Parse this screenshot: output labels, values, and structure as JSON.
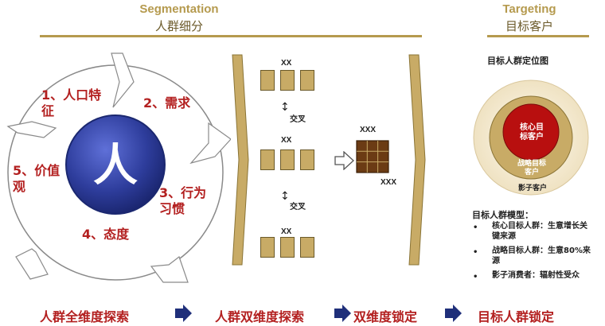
{
  "segmentation": {
    "title_en": "Segmentation",
    "title_cn": "人群细分"
  },
  "targeting": {
    "title_en": "Targeting",
    "title_cn": "目标客户"
  },
  "wheel": {
    "center": "人",
    "steps": [
      "1、人口特征",
      "2、需求",
      "3、行为习惯",
      "4、态度",
      "5、价值观"
    ]
  },
  "matrix": {
    "xx": "XX",
    "cross": "交叉",
    "xxx": "XXX"
  },
  "target_map": {
    "title": "目标人群定位图",
    "core": "核心目标客户",
    "strategic": "战略目标客户",
    "shadow": "影子客户"
  },
  "model": {
    "title": "目标人群模型：",
    "items": [
      "核心目标人群：生意增长关键来源",
      "战略目标人群：生意80%来源",
      "影子消费者：辐射性受众"
    ]
  },
  "stages": [
    "人群全维度探索",
    "人群双维度探索",
    "双维度锁定",
    "目标人群锁定"
  ],
  "colors": {
    "gold": "#c8ab66",
    "accent_red": "#b32020",
    "wheel_blue": "#2e3d9c",
    "arrow_navy": "#1f2f7a",
    "brown": "#6b3b14"
  }
}
